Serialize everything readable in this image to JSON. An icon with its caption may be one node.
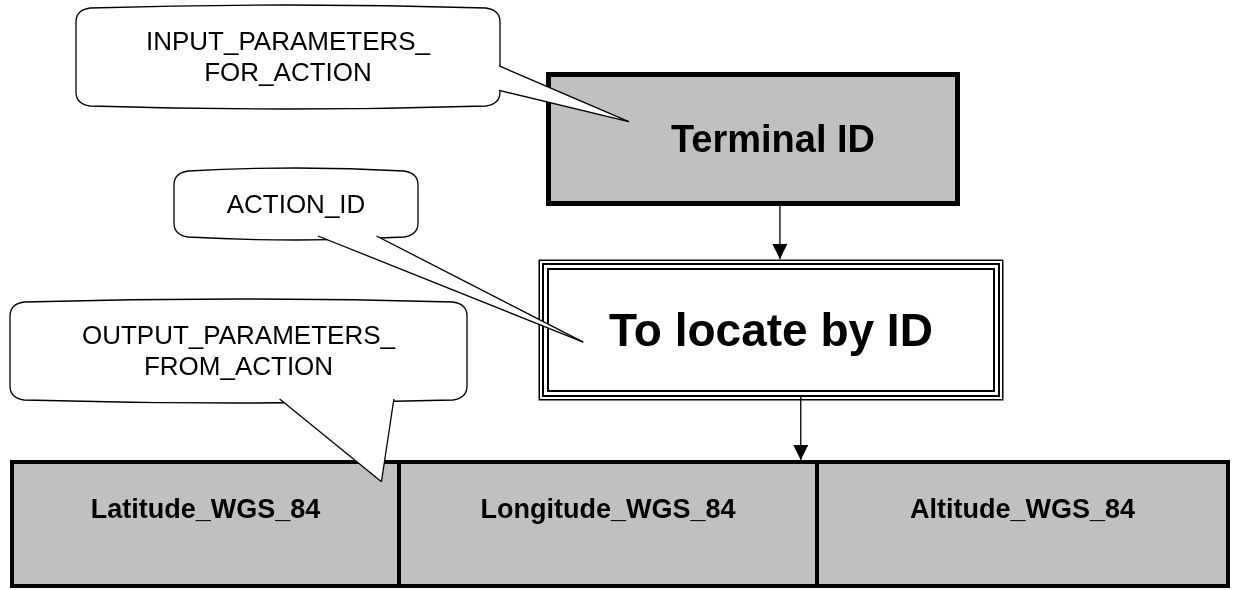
{
  "diagram": {
    "nodes": [
      {
        "text": [
          "INPUT_PARAMETERS_ FOR_ACTION"
        ]
      },
      {
        "text": [
          "Terminal ID"
        ]
      },
      {
        "text": [
          "ACTION_ID"
        ]
      },
      {
        "text": [
          "To locate by ID"
        ]
      },
      {
        "text": [
          "OUTPUT_PARAMETERS_ FROM_ACTION"
        ]
      },
      {
        "text": [
          "Latitude_WGS_84"
        ]
      },
      {
        "text": [
          "Longitude_WGS_84"
        ]
      },
      {
        "text": [
          "Altitude_WGS_84"
        ]
      }
    ],
    "edges": [
      {
        "from": 1,
        "to": 3,
        "arrow": "to"
      },
      {
        "from": 3,
        "to": 6,
        "arrow": "to"
      },
      {
        "from": 0,
        "to": 1,
        "arrow": "none"
      },
      {
        "from": 2,
        "to": 3,
        "arrow": "none"
      },
      {
        "from": 4,
        "to": 5,
        "arrow": "none"
      }
    ]
  }
}
